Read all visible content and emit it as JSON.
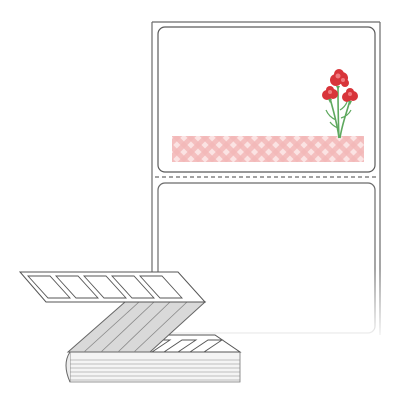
{
  "product": {
    "type": "fanfold-labels",
    "labels_visible": 2,
    "colors": {
      "label_border": "#606060",
      "gingham_band": "#f3b9b9",
      "carnation_petal": "#d8343a",
      "stem": "#5ea85e"
    },
    "icons": [
      "carnation-icon",
      "gingham-band",
      "perforation-line",
      "fanfold-stack-icon"
    ]
  }
}
